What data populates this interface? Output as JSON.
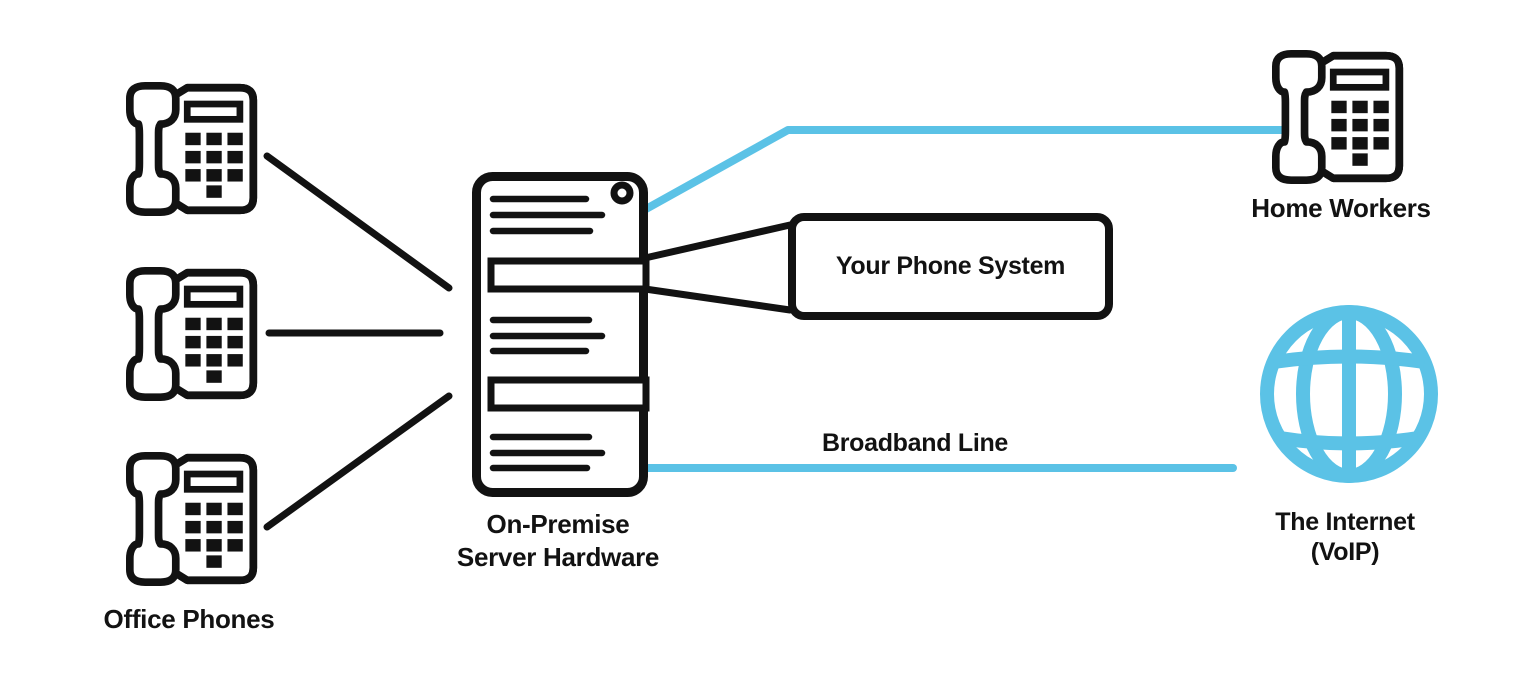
{
  "diagram": {
    "type": "network-architecture-diagram",
    "colors": {
      "black": "#121212",
      "blue": "#5bc2e6",
      "background": "#ffffff"
    },
    "labels": {
      "office_phones": "Office Phones",
      "server_line1": "On-Premise",
      "server_line2": "Server Hardware",
      "phone_system": "Your Phone System",
      "broadband": "Broadband Line",
      "home_workers": "Home Workers",
      "internet_line1": "The Internet",
      "internet_line2": "(VoIP)"
    },
    "icons": {
      "office_phone": "desk-phone-icon",
      "server": "server-tower-icon",
      "home_worker_phone": "desk-phone-icon",
      "internet": "globe-icon"
    },
    "connections": [
      {
        "from": "office-phone-1",
        "to": "server",
        "color": "black"
      },
      {
        "from": "office-phone-2",
        "to": "server",
        "color": "black"
      },
      {
        "from": "office-phone-3",
        "to": "server",
        "color": "black"
      },
      {
        "from": "server",
        "to": "your-phone-system-box",
        "color": "black"
      },
      {
        "from": "server",
        "to": "home-workers-phone",
        "color": "blue"
      },
      {
        "from": "server",
        "to": "the-internet",
        "color": "blue",
        "label": "Broadband Line"
      }
    ]
  }
}
